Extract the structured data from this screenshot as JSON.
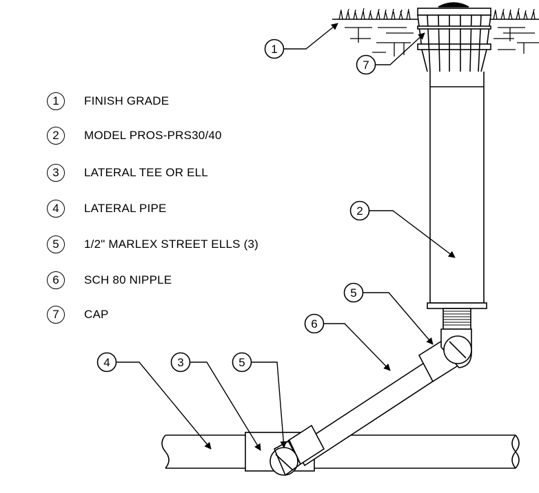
{
  "legend": [
    {
      "number": "1",
      "label": "FINISH GRADE"
    },
    {
      "number": "2",
      "label": "MODEL PROS-PRS30/40"
    },
    {
      "number": "3",
      "label": "LATERAL TEE OR ELL"
    },
    {
      "number": "4",
      "label": "LATERAL PIPE"
    },
    {
      "number": "5",
      "label": "1/2\" MARLEX STREET ELLS (3)"
    },
    {
      "number": "6",
      "label": "SCH 80 NIPPLE"
    },
    {
      "number": "7",
      "label": "CAP"
    }
  ],
  "callouts": {
    "finish_grade": "1",
    "body": "2",
    "tee": "3",
    "lateral_pipe": "4",
    "street_ell_upper": "5",
    "street_ell_lower": "5",
    "nipple": "6",
    "cap": "7"
  },
  "colors": {
    "line": "#000000",
    "background": "#ffffff"
  }
}
